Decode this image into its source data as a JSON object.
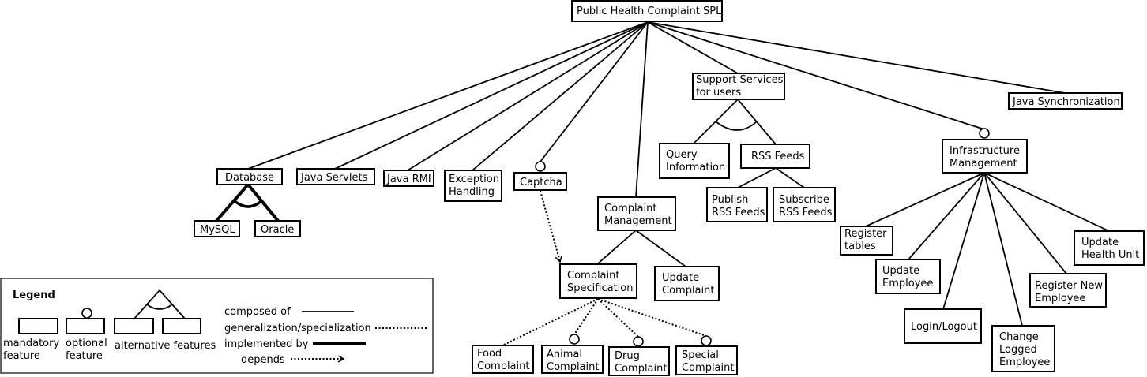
{
  "features": {
    "root": "Public Health Complaint SPL",
    "database": "Database",
    "mysql": "MySQL",
    "oracle": "Oracle",
    "java_servlets": "Java Servlets",
    "java_rmi": "Java RMI",
    "exception_handling": [
      "Exception",
      "Handling"
    ],
    "captcha": "Captcha",
    "complaint_management": [
      "Complaint",
      "Management"
    ],
    "complaint_specification": [
      "Complaint",
      "Specification"
    ],
    "update_complaint": [
      "Update",
      "Complaint"
    ],
    "food_complaint": [
      "Food",
      "Complaint"
    ],
    "animal_complaint": [
      "Animal",
      "Complaint"
    ],
    "drug_complaint": [
      "Drug",
      "Complaint"
    ],
    "special_complaint": [
      "Special",
      "Complaint"
    ],
    "support_services": [
      "Support Services",
      "for users"
    ],
    "query_information": [
      "Query",
      "Information"
    ],
    "rss_feeds": "RSS Feeds",
    "publish_rss": [
      "Publish",
      "RSS Feeds"
    ],
    "subscribe_rss": [
      "Subscribe",
      "RSS Feeds"
    ],
    "java_sync": "Java Synchronization",
    "infrastructure": [
      "Infrastructure",
      "Management"
    ],
    "register_tables": [
      "Register",
      "tables"
    ],
    "update_employee": [
      "Update",
      "Employee"
    ],
    "login_logout": "Login/Logout",
    "change_logged": [
      "Change",
      "Logged",
      "Employee"
    ],
    "register_new": [
      "Register New",
      "Employee"
    ],
    "update_health": [
      "Update",
      "Health Unit"
    ]
  },
  "legend": {
    "title": "Legend",
    "mandatory": [
      "mandatory",
      "feature"
    ],
    "optional": [
      "optional",
      "feature"
    ],
    "alternative": "alternative features",
    "composed_of": "composed of",
    "generalization": "generalization/specialization",
    "implemented_by": "implemented by",
    "depends": "depends"
  }
}
